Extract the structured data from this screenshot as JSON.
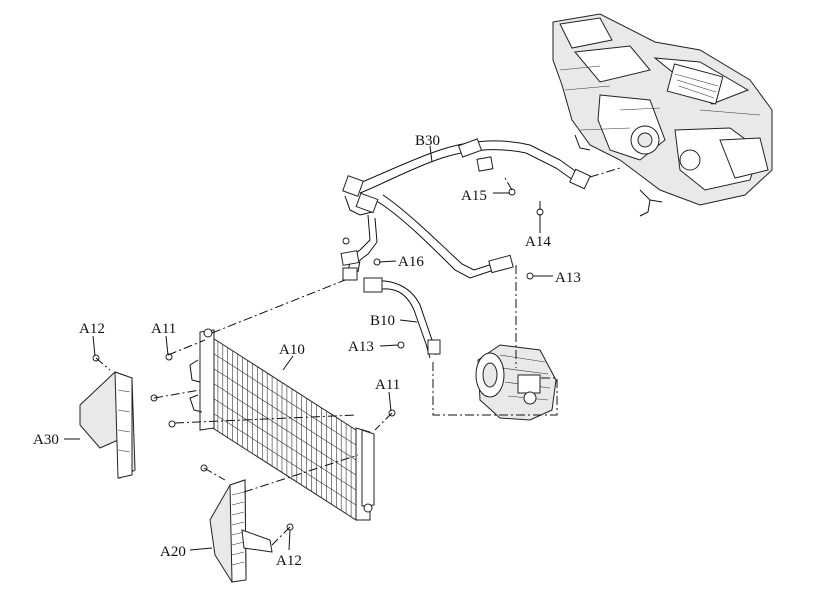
{
  "diagram": {
    "labels": {
      "B30": "B30",
      "A15": "A15",
      "A14": "A14",
      "A16": "A16",
      "A13_right": "A13",
      "B10": "B10",
      "A13_left": "A13",
      "A12_top": "A12",
      "A11_left": "A11",
      "A10": "A10",
      "A11_right": "A11",
      "A30": "A30",
      "A20": "A20",
      "A12_bottom": "A12"
    },
    "colors": {
      "line": "#111111",
      "part_fill": "#ffffff",
      "part_shade": "#e9e9e9"
    }
  }
}
